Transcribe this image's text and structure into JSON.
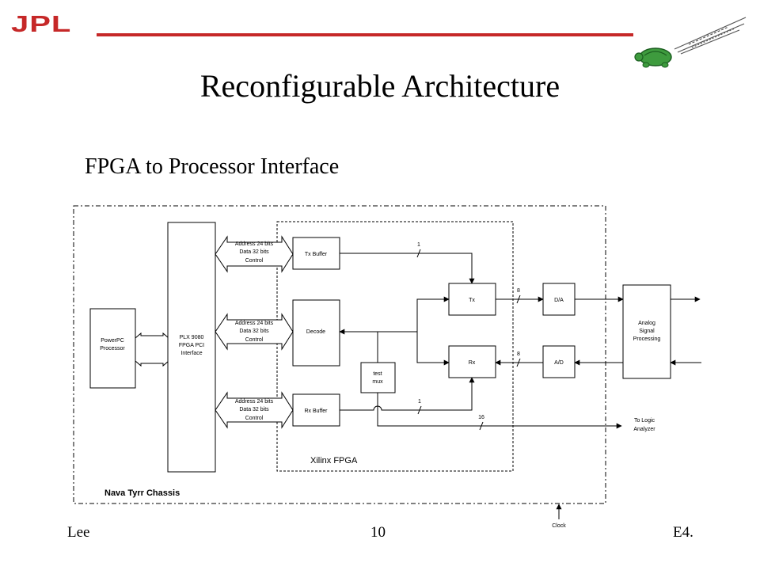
{
  "header": {
    "logo": "JPL",
    "title": "Reconfigurable Architecture",
    "subtitle": "FPGA to Processor Interface",
    "colors": {
      "accent": "#c62828",
      "turtle": "#3e9b3e"
    }
  },
  "diagram": {
    "chassis_label": "Nava Tyrr Chassis",
    "fpga_label": "Xilinx FPGA",
    "blocks": {
      "powerpc": [
        "PowerPC",
        "Processor"
      ],
      "plx": [
        "PLX 9080",
        "FPGA PCI",
        "Interface"
      ],
      "tx_buffer": "Tx Buffer",
      "decode": "Decode",
      "rx_buffer": "Rx Buffer",
      "test_mux": [
        "test",
        "mux"
      ],
      "tx": "Tx",
      "rx": "Rx",
      "da": "D/A",
      "ad": "A/D",
      "analog": [
        "Analog",
        "Signal",
        "Processing"
      ]
    },
    "bus_labels": [
      "Address 24 bits",
      "Data 32 bits",
      "Control"
    ],
    "bus_widths": {
      "tx_in": "1",
      "tx_out": "8",
      "rx_out": "8",
      "rx_in": "1",
      "logic": "16"
    },
    "logic_analyzer": [
      "To Logic",
      "Analyzer"
    ],
    "clock": "Clock"
  },
  "footer": {
    "left": "Lee",
    "center": "10",
    "right": "E4."
  }
}
